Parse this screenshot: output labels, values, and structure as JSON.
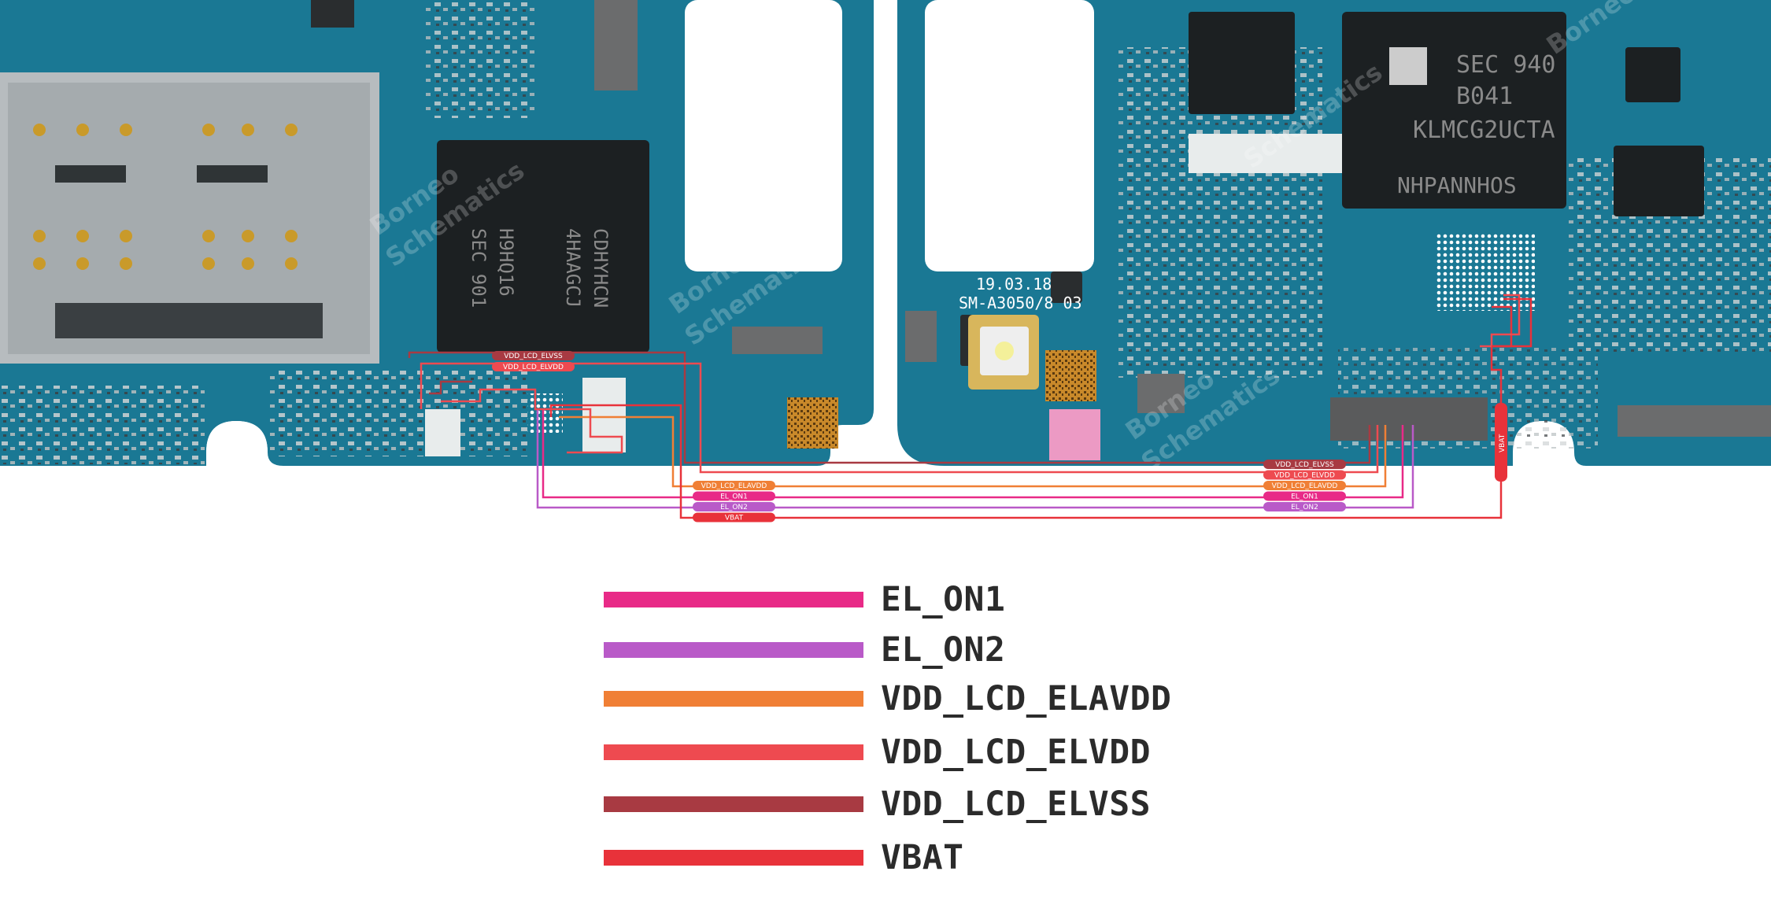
{
  "colors": {
    "pcb": "#1a7894",
    "pcb_dark": "#125d73",
    "EL_ON1": "#e82a87",
    "EL_ON2": "#b95ac8",
    "VDD_LCD_ELAVDD": "#f07f35",
    "VDD_LCD_ELVDD": "#ee4a50",
    "VDD_LCD_ELVSS": "#a83a42",
    "VBAT": "#e8323a"
  },
  "board": {
    "silkscreen_date": "19.03.18",
    "silkscreen_model": "SM-A3050/8 03",
    "memory_chip_lines": [
      "SEC 940",
      "B041",
      "KLMCG2UCTA",
      "NHPANNHOS"
    ],
    "cpu_chip_lines": [
      "SEC 901",
      "H9HQ16",
      "4HAAGCJ",
      "CDHYHCN"
    ],
    "watermark_lines": [
      "Borneo",
      "Schematics"
    ],
    "left_tags": [
      "VDD_LCD_ELVSS",
      "VDD_LCD_ELVDD"
    ],
    "bottom_tags": [
      "VDD_LCD_ELAVDD",
      "EL_ON1",
      "EL_ON2",
      "VBAT"
    ],
    "right_tags": [
      "VDD_LCD_ELVSS",
      "VDD_LCD_ELVDD",
      "VDD_LCD_ELAVDD",
      "EL_ON1",
      "EL_ON2"
    ],
    "vbat_vertical_tag": "VBAT"
  },
  "legend": [
    {
      "net": "EL_ON1",
      "label": "EL_ON1"
    },
    {
      "net": "EL_ON2",
      "label": "EL_ON2"
    },
    {
      "net": "VDD_LCD_ELAVDD",
      "label": "VDD_LCD_ELAVDD"
    },
    {
      "net": "VDD_LCD_ELVDD",
      "label": "VDD_LCD_ELVDD"
    },
    {
      "net": "VDD_LCD_ELVSS",
      "label": "VDD_LCD_ELVSS"
    },
    {
      "net": "VBAT",
      "label": "VBAT"
    }
  ]
}
